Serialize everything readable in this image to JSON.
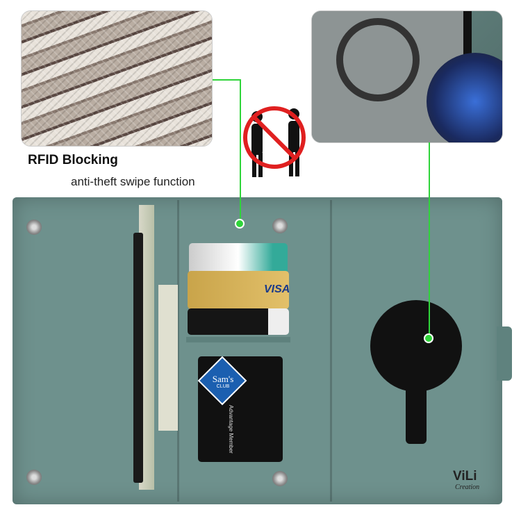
{
  "heading": {
    "title": "RFID Blocking",
    "subtitle": "anti-theft swipe function"
  },
  "cards": {
    "visa": "VISA",
    "sams_club": "Sam's",
    "sams_sub": "CLUB",
    "member": "Advantage Member"
  },
  "logo": {
    "brand": "ViLi",
    "tagline": "Creation"
  },
  "colors": {
    "wallet": "#6e918d",
    "callout_line": "#2fd43a",
    "magnet_plate": "#111111"
  }
}
